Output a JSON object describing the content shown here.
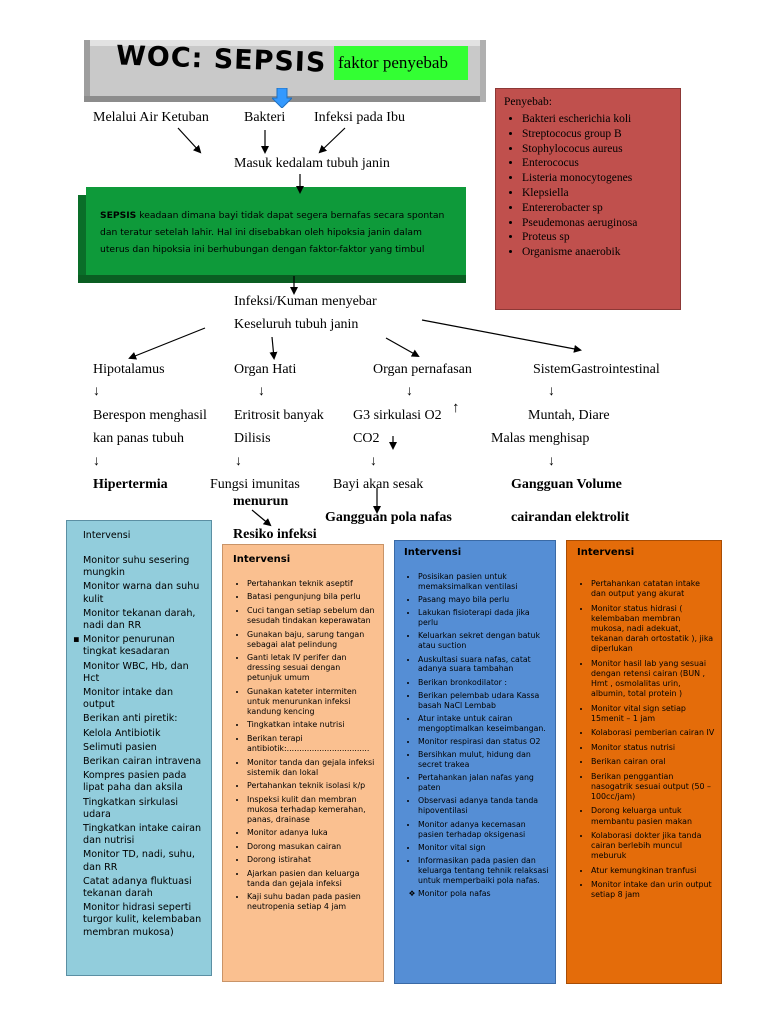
{
  "title": {
    "main": "WOC: SEPSIS",
    "faktor": "faktor penyebab"
  },
  "causes": {
    "air_ketuban": "Melalui Air Ketuban",
    "bakteri": "Bakteri",
    "infeksi_ibu": "Infeksi pada Ibu"
  },
  "masuk": "Masuk kedalam tubuh janin",
  "penyebab": {
    "title": "Penyebab:",
    "items": [
      "Bakteri escherichia koli",
      "Streptococus group B",
      "Stophylococus aureus",
      "Enterococus",
      "Listeria monocytogenes",
      "Klepsiella",
      "Entererobacter sp",
      "Pseudemonas aeruginosa",
      "Proteus sp",
      "Organisme anaerobik"
    ]
  },
  "sepsis_box": {
    "term": "SEPSIS",
    "text": " keadaan dimana bayi tidak dapat segera bernafas secara spontan dan teratur setelah lahir. Hal ini disebabkan oleh hipoksia janin dalam uterus dan hipoksia ini berhubungan dengan faktor-faktor yang timbul"
  },
  "spread": {
    "line1": "Infeksi/Kuman menyebar",
    "line2": "Keseluruh tubuh janin"
  },
  "organs": {
    "hipotalamus": "Hipotalamus",
    "hati": "Organ Hati",
    "pernafasan": "Organ pernafasan",
    "gastro": "SistemGastrointestinal"
  },
  "down_arrow": "↓",
  "up_arrow": "↑",
  "effects": {
    "c1_line1": "Berespon menghasil",
    "c1_line2": "kan panas tubuh",
    "c2_line1": "Eritrosit banyak",
    "c2_line2": "Dilisis",
    "c3_line1": "G3 sirkulasi O2",
    "c3_line2": "CO2",
    "c4_line1": "Muntah, Diare",
    "c4_line2": "Malas menghisap"
  },
  "results": {
    "hipertermia": "Hipertermia",
    "fungsi": "Fungsi imunitas",
    "menurun": "menurun",
    "bayi_sesak": "Bayi akan sesak",
    "gangguan_volume": "Gangguan Volume",
    "resiko": "Resiko infeksi",
    "gangguan_pola": "Gangguan pola nafas",
    "cairan": "cairandan elektrolit"
  },
  "box1": {
    "title": "Intervensi",
    "items": [
      "Monitor suhu sesering mungkin",
      "Monitor warna dan suhu kulit",
      "Monitor tekanan darah, nadi dan RR",
      "Monitor penurunan tingkat kesadaran",
      "Monitor WBC, Hb, dan Hct",
      "Monitor intake dan output",
      "Berikan anti piretik:",
      "Kelola Antibiotik",
      "Selimuti pasien",
      "Berikan cairan intravena",
      "Kompres pasien pada lipat paha dan aksila",
      "Tingkatkan sirkulasi udara",
      "Tingkatkan intake cairan dan nutrisi",
      "Monitor TD, nadi, suhu, dan RR",
      "Catat adanya fluktuasi tekanan darah",
      "Monitor hidrasi seperti turgor kulit, kelembaban membran mukosa)"
    ]
  },
  "box2": {
    "title": "Intervensi",
    "items": [
      "Pertahankan teknik aseptif",
      "Batasi pengunjung bila perlu",
      "Cuci tangan setiap sebelum dan sesudah tindakan keperawatan",
      "Gunakan baju, sarung tangan sebagai alat pelindung",
      "Ganti letak IV perifer dan dressing sesuai dengan petunjuk umum",
      "Gunakan kateter intermiten untuk menurunkan infeksi kandung kencing",
      "Tingkatkan intake nutrisi",
      "Berikan terapi antibiotik:.................................",
      "Monitor tanda dan gejala infeksi sistemik dan lokal",
      "Pertahankan teknik isolasi k/p",
      "Inspeksi kulit dan membran mukosa terhadap kemerahan, panas, drainase",
      "Monitor adanya luka",
      "Dorong masukan cairan",
      "Dorong istirahat",
      "Ajarkan pasien dan keluarga tanda dan gejala infeksi",
      "Kaji suhu badan pada pasien neutropenia setiap 4 jam"
    ]
  },
  "box3": {
    "title": "Intervensi",
    "items": [
      "Posisikan pasien untuk memaksimalkan ventilasi",
      "Pasang mayo bila perlu",
      "Lakukan fisioterapi dada jika perlu",
      "Keluarkan sekret dengan batuk atau suction",
      "Auskultasi suara nafas, catat adanya suara tambahan",
      "Berikan bronkodilator :",
      "Berikan pelembab udara Kassa basah NaCl Lembab",
      "Atur intake untuk cairan mengoptimalkan keseimbangan.",
      "Monitor respirasi dan status O2",
      "Bersihkan mulut, hidung dan secret trakea",
      "Pertahankan jalan nafas yang paten",
      "Observasi adanya tanda tanda hipoventilasi",
      "Monitor adanya kecemasan pasien terhadap oksigenasi",
      "Monitor  vital sign",
      "Informasikan pada pasien dan keluarga tentang tehnik relaksasi untuk memperbaiki pola nafas.",
      "Monitor pola nafas"
    ]
  },
  "box4": {
    "title": "Intervensi",
    "items": [
      "Pertahankan catatan intake dan output yang akurat",
      "Monitor status hidrasi ( kelembaban membran mukosa, nadi adekuat, tekanan darah ortostatik ), jika diperlukan",
      "Monitor hasil lab yang sesuai dengan retensi cairan (BUN , Hmt , osmolalitas urin, albumin, total protein )",
      "Monitor vital sign setiap 15menit – 1 jam",
      "Kolaborasi pemberian cairan IV",
      "Monitor status nutrisi",
      "Berikan cairan oral",
      "Berikan penggantian nasogatrik sesuai output (50 – 100cc/jam)",
      "Dorong keluarga untuk membantu pasien makan",
      "Kolaborasi dokter jika tanda cairan berlebih muncul meburuk",
      "Atur kemungkinan tranfusi",
      "Monitor intake dan urin output setiap 8 jam"
    ]
  },
  "colors": {
    "title_bg": "#c9c9c9",
    "faktor_bg": "#33ff33",
    "penyebab_bg": "#c0504d",
    "sepsis_bg": "#0e9a3a",
    "box1_bg": "#92cddc",
    "box2_bg": "#fac090",
    "box3_bg": "#558ed5",
    "box4_bg": "#e46c0a",
    "title_arrow": "#3399ff"
  }
}
